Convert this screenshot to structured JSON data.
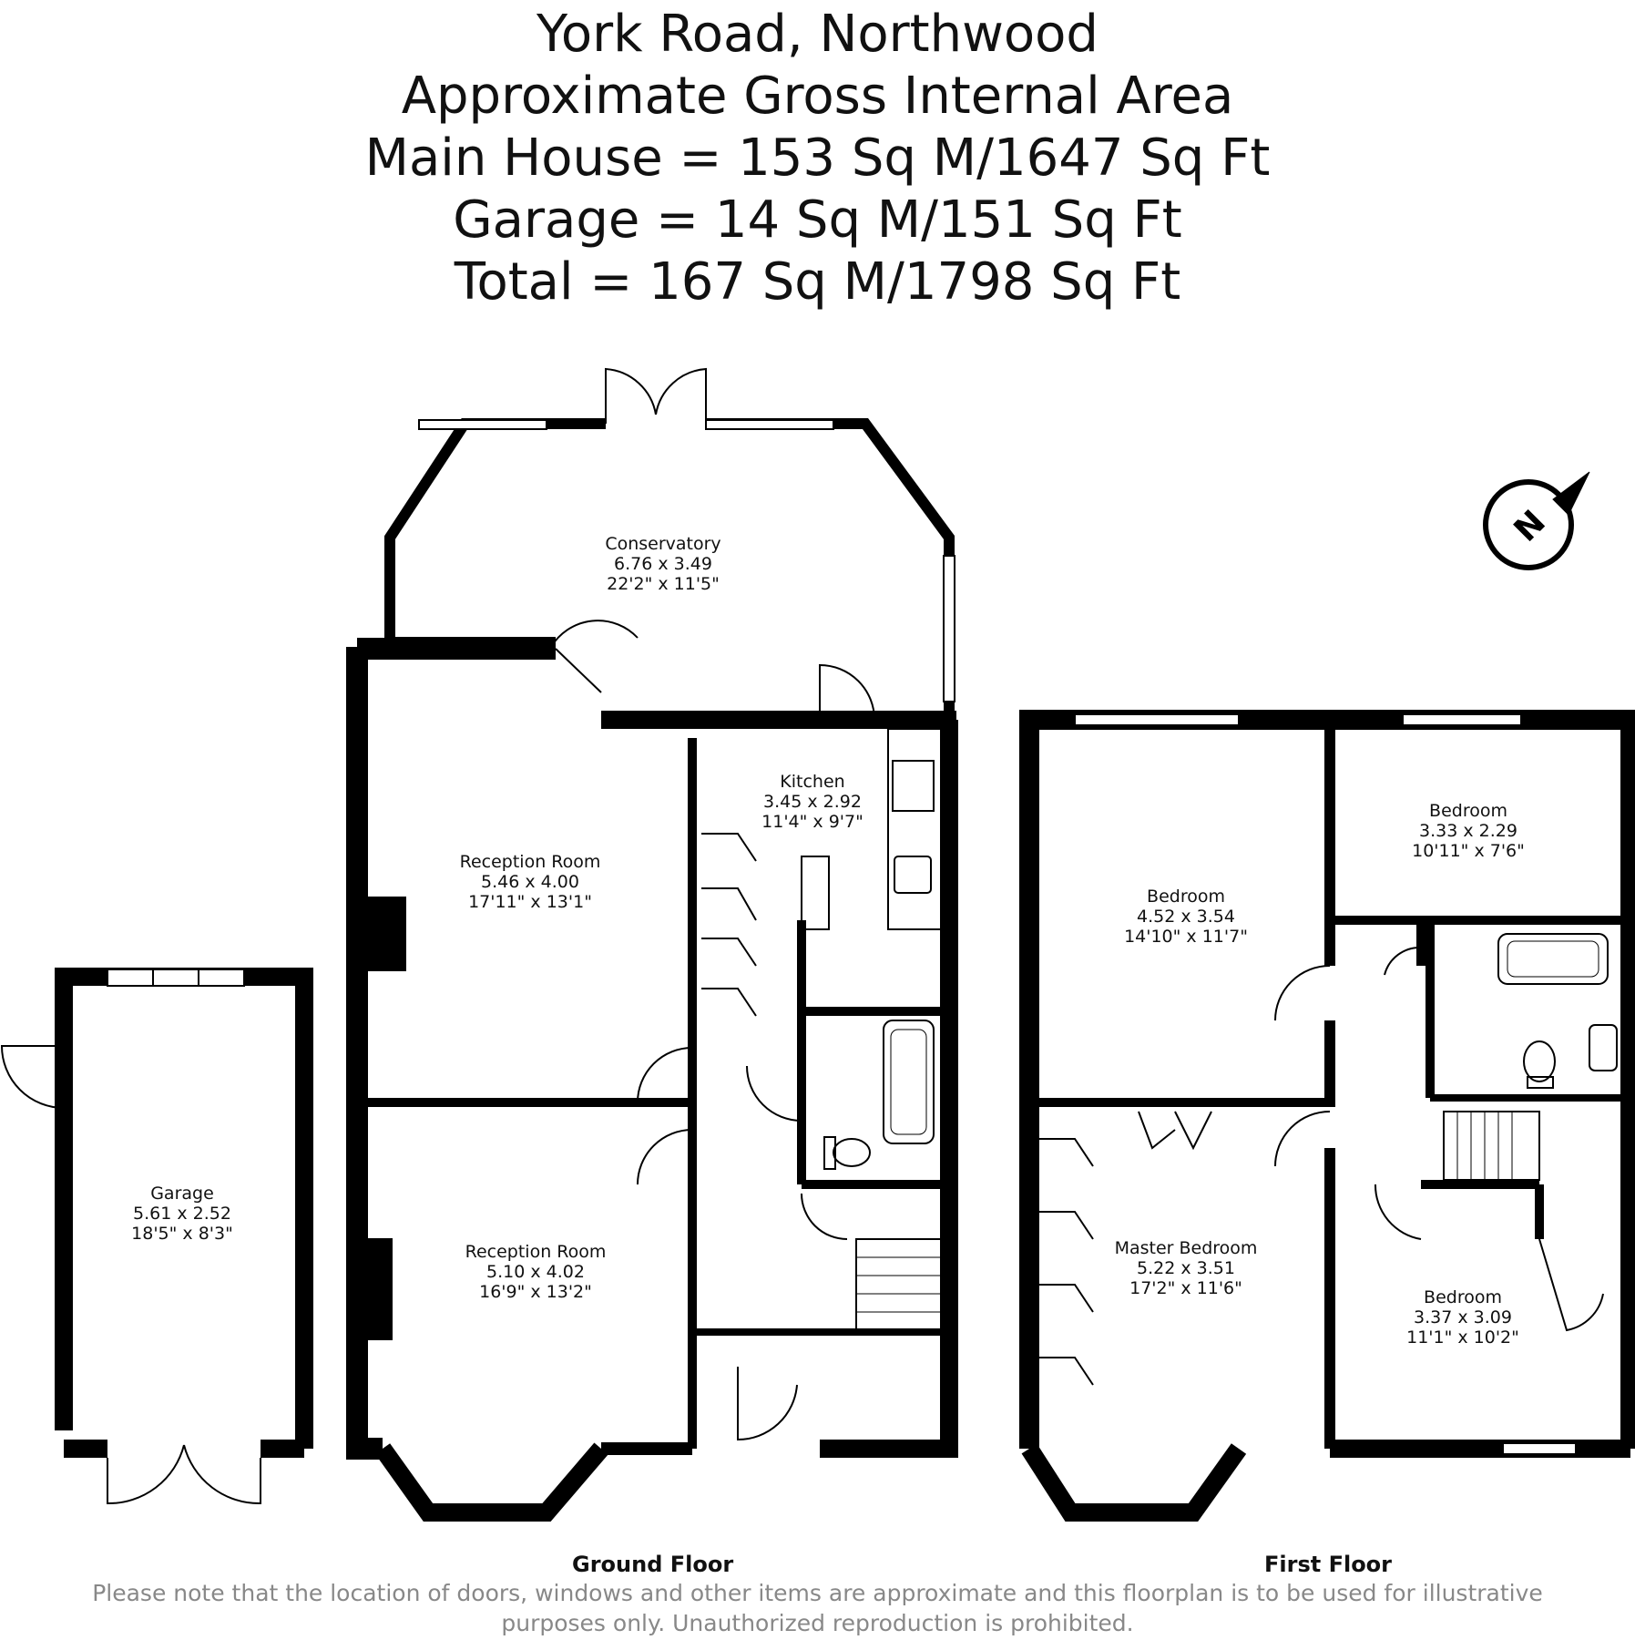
{
  "header": {
    "line1": "York Road, Northwood",
    "line2": "Approximate Gross Internal Area",
    "line3": "Main House = 153 Sq M/1647 Sq Ft",
    "line4": "Garage = 14 Sq M/151 Sq Ft",
    "line5": "Total = 167 Sq M/1798 Sq Ft"
  },
  "rooms": {
    "conservatory": {
      "name": "Conservatory",
      "metric": "6.76 x 3.49",
      "imperial": "22'2\" x 11'5\""
    },
    "kitchen": {
      "name": "Kitchen",
      "metric": "3.45 x 2.92",
      "imperial": "11'4\" x 9'7\""
    },
    "reception1": {
      "name": "Reception Room",
      "metric": "5.46 x 4.00",
      "imperial": "17'11\" x 13'1\""
    },
    "reception2": {
      "name": "Reception Room",
      "metric": "5.10 x 4.02",
      "imperial": "16'9\" x 13'2\""
    },
    "garage": {
      "name": "Garage",
      "metric": "5.61 x 2.52",
      "imperial": "18'5\" x 8'3\""
    },
    "bedroom_small": {
      "name": "Bedroom",
      "metric": "3.33 x 2.29",
      "imperial": "10'11\" x 7'6\""
    },
    "bedroom_large": {
      "name": "Bedroom",
      "metric": "4.52 x 3.54",
      "imperial": "14'10\" x 11'7\""
    },
    "master": {
      "name": "Master Bedroom",
      "metric": "5.22 x 3.51",
      "imperial": "17'2\" x 11'6\""
    },
    "bedroom_front": {
      "name": "Bedroom",
      "metric": "3.37 x 3.09",
      "imperial": "11'1\" x 10'2\""
    }
  },
  "floors": {
    "ground": "Ground Floor",
    "first": "First Floor"
  },
  "compass": {
    "letter": "N",
    "icon": "north-arrow-icon"
  },
  "disclaimer": "Please note that the location of doors, windows and other items are approximate and this floorplan is to be used for illustrative purposes only. Unauthorized reproduction is prohibited."
}
